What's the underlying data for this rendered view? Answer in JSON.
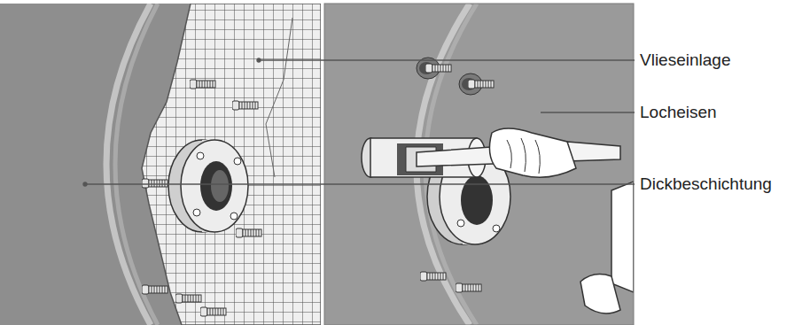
{
  "diagram": {
    "labels": [
      "Vlieseinlage",
      "Locheisen",
      "Dickbeschichtung"
    ]
  }
}
